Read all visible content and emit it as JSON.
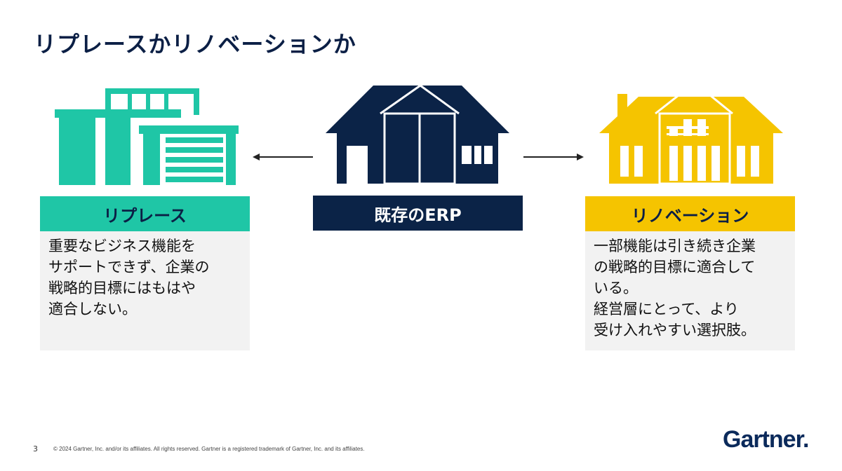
{
  "title": "リプレースかリノベーションか",
  "replace": {
    "label": "リプレース",
    "description": "重要なビジネス機能を\nサポートできず、企業の\n戦略的目標にはもはや\n適合しない。"
  },
  "existing": {
    "label": "既存のERP"
  },
  "renovation": {
    "label": "リノベーション",
    "description": "一部機能は引き続き企業\nの戦略的目標に適合して\nいる。\n経営層にとって、より\n受け入れやすい選択肢。"
  },
  "colors": {
    "replace": "#1fc6a6",
    "existing": "#0b2347",
    "renovation": "#f5c400",
    "title": "#0b1f45"
  },
  "footer": {
    "page_number": "3",
    "copyright": "© 2024 Gartner, Inc. and/or its affiliates. All rights reserved. Gartner is a registered trademark of Gartner, Inc. and its affiliates.",
    "logo": "Gartner."
  }
}
